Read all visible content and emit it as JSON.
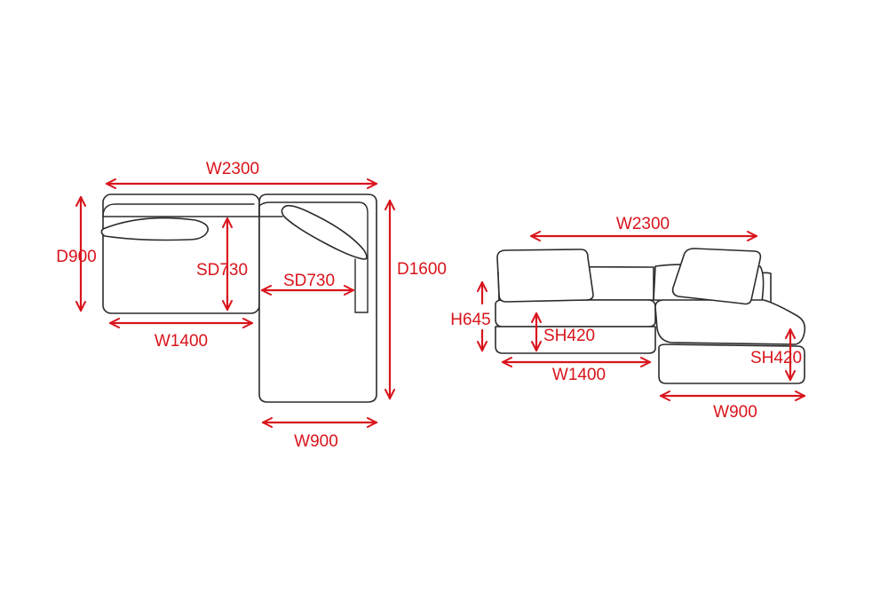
{
  "colors": {
    "dimension": "#d9141c",
    "outline": "#2b2b2b",
    "background": "#ffffff"
  },
  "top_view": {
    "total_width": "W2300",
    "total_depth": "D1600",
    "left_depth": "D900",
    "left_seat_depth": "SD730",
    "right_seat_depth": "SD730",
    "left_width": "W1400",
    "right_width": "W900"
  },
  "front_view": {
    "total_width": "W2300",
    "height": "H645",
    "left_seat_height": "SH420",
    "right_seat_height": "SH420",
    "left_width": "W1400",
    "right_width": "W900"
  }
}
